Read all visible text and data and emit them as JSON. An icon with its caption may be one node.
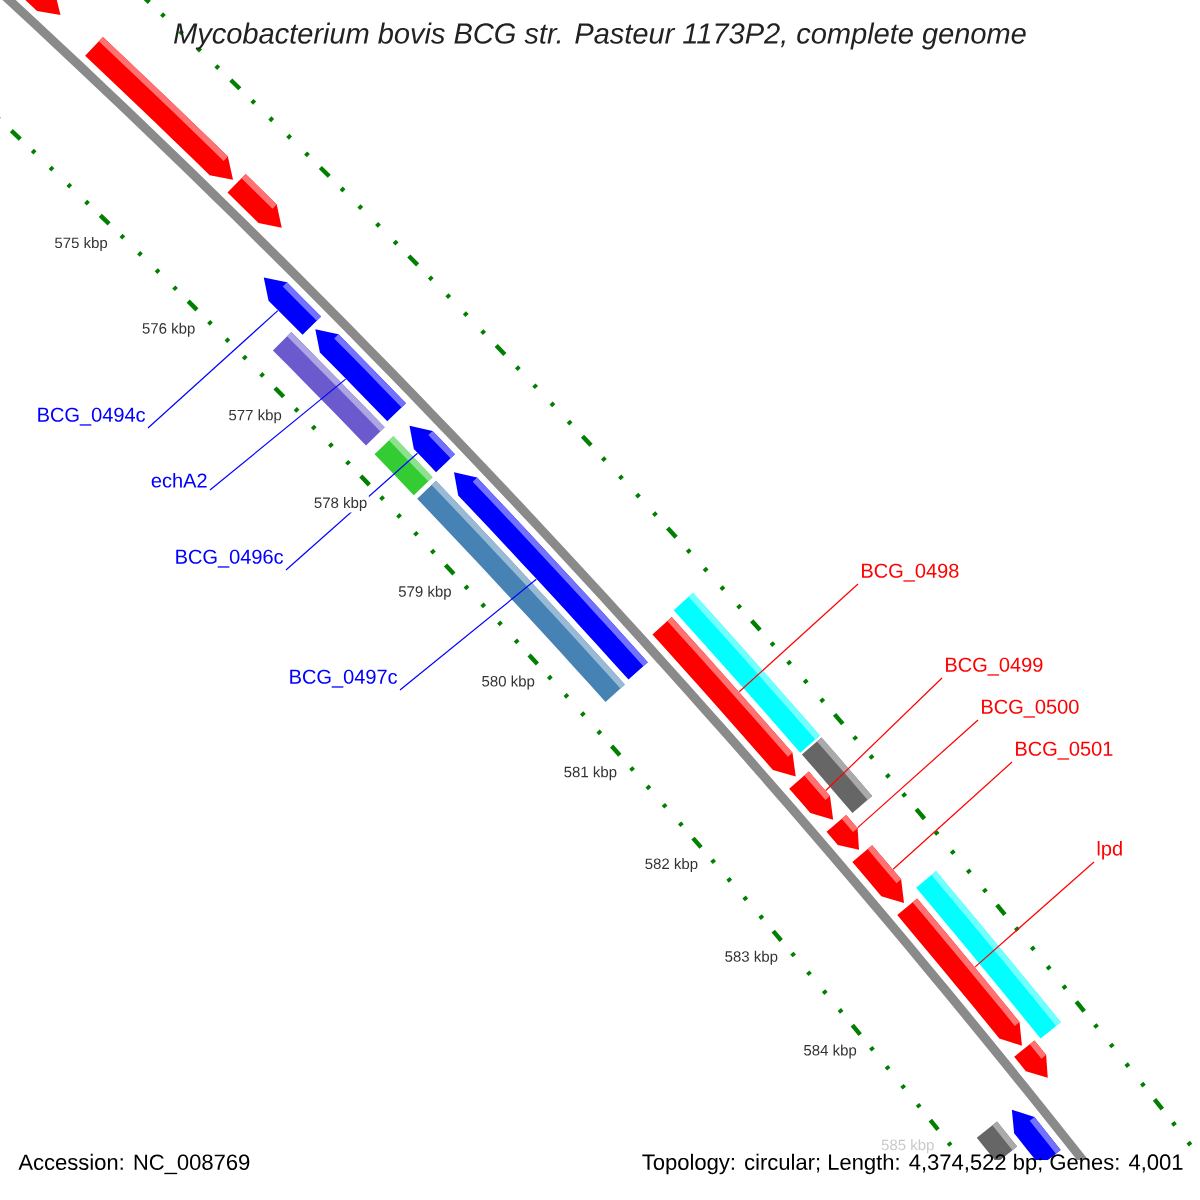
{
  "diagram": {
    "title": "Mycobacterium bovis BCG str. Pasteur 1173P2, complete genome",
    "nodes": [
      {
        "text": [
          "BCG_0494c"
        ]
      },
      {
        "text": [
          "echA2"
        ]
      },
      {
        "text": [
          "BCG_0496c"
        ]
      },
      {
        "text": [
          "BCG_0497c"
        ]
      },
      {
        "text": [
          "BCG_0498"
        ]
      },
      {
        "text": [
          "BCG_0499"
        ]
      },
      {
        "text": [
          "BCG_0500"
        ]
      },
      {
        "text": [
          "BCG_0501"
        ]
      },
      {
        "text": [
          "lpd"
        ]
      },
      {
        "text": [],
        "shape": "pentagon"
      },
      {
        "text": [],
        "shape": "pentagon"
      },
      {
        "text": [],
        "shape": "pentagon"
      },
      {
        "text": [],
        "shape": "pentagon"
      },
      {
        "text": [],
        "shape": "bar"
      },
      {
        "text": [],
        "shape": "pentagon"
      },
      {
        "text": [],
        "shape": "bar"
      },
      {
        "text": [],
        "shape": "pentagon"
      },
      {
        "text": [],
        "shape": "bar"
      },
      {
        "text": [],
        "shape": "pentagon"
      },
      {
        "text": [],
        "shape": "bar"
      },
      {
        "text": [],
        "shape": "pentagon"
      },
      {
        "text": [],
        "shape": "bar"
      },
      {
        "text": [],
        "shape": "pentagon"
      },
      {
        "text": [],
        "shape": "pentagon"
      },
      {
        "text": [],
        "shape": "pentagon"
      },
      {
        "text": [],
        "shape": "bar"
      },
      {
        "text": [],
        "shape": "pentagon"
      },
      {
        "text": [],
        "shape": "pentagon"
      },
      {
        "text": [],
        "shape": "pentagon"
      },
      {
        "text": [],
        "shape": "bar"
      }
    ],
    "edges": [
      {
        "from": 0,
        "to": 12,
        "arrow": "none",
        "color": "#0000ff"
      },
      {
        "from": 1,
        "to": 14,
        "arrow": "none",
        "color": "#0000ff"
      },
      {
        "from": 2,
        "to": 16,
        "arrow": "none",
        "color": "#0000ff"
      },
      {
        "from": 3,
        "to": 18,
        "arrow": "none",
        "color": "#0000ff"
      },
      {
        "from": 4,
        "to": 20,
        "arrow": "none"
      },
      {
        "from": 5,
        "to": 22,
        "arrow": "none"
      },
      {
        "from": 6,
        "to": 23,
        "arrow": "none"
      },
      {
        "from": 7,
        "to": 24,
        "arrow": "none"
      },
      {
        "from": 8,
        "to": 26,
        "arrow": "none"
      }
    ],
    "labels": [
      "575 kbp",
      "576 kbp",
      "577 kbp",
      "578 kbp",
      "579 kbp",
      "580 kbp",
      "581 kbp",
      "582 kbp",
      "583 kbp",
      "584 kbp",
      "585 kbp",
      "Accession: NC_008769",
      "Topology: circular; Length: 4,374,522 bp; Genes: 4,001"
    ]
  }
}
